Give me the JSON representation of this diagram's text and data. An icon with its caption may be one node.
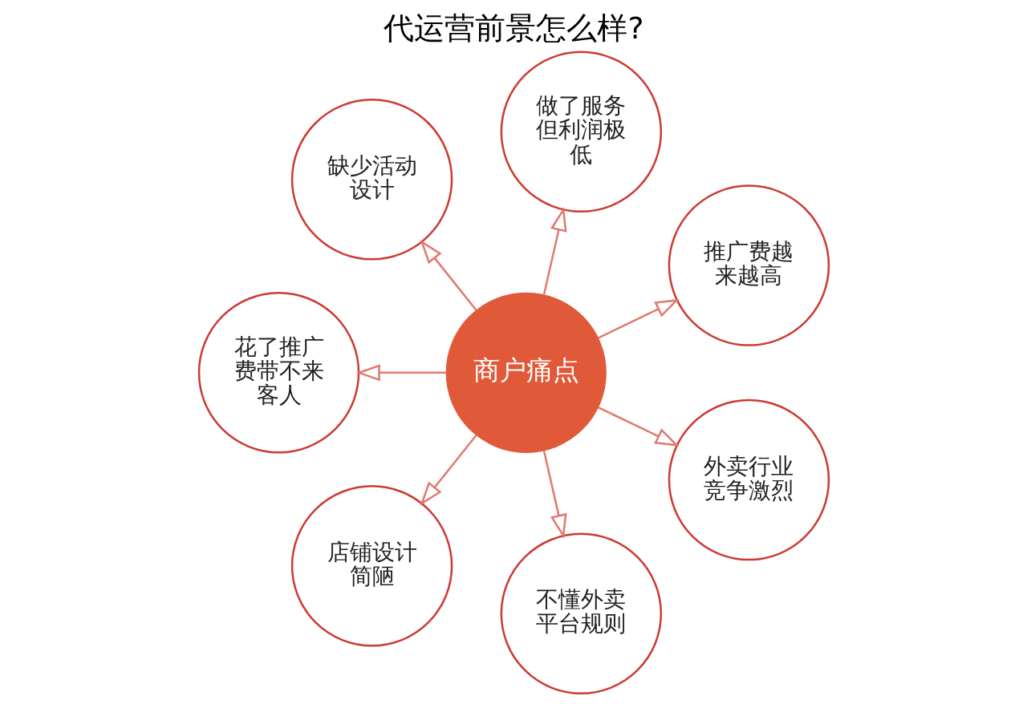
{
  "diagram": {
    "title": "代运营前景怎么样?",
    "nodes": [
      {
        "text": [
          "商户痛点"
        ]
      },
      {
        "text": [
          "推广费越来越高"
        ]
      },
      {
        "text": [
          "做了服务但利润极低"
        ]
      },
      {
        "text": [
          "缺少活动设计"
        ]
      },
      {
        "text": [
          "花了推广费带不来客人"
        ]
      },
      {
        "text": [
          "店铺设计简陋"
        ]
      },
      {
        "text": [
          "不懂外卖平台规则"
        ]
      },
      {
        "text": [
          "外卖行业竞争激烈"
        ]
      }
    ],
    "edges": [
      {
        "from": 0,
        "to": 1,
        "arrow": "to"
      },
      {
        "from": 0,
        "to": 2,
        "arrow": "to"
      },
      {
        "from": 0,
        "to": 3,
        "arrow": "to"
      },
      {
        "from": 0,
        "to": 4,
        "arrow": "to"
      },
      {
        "from": 0,
        "to": 5,
        "arrow": "to"
      },
      {
        "from": 0,
        "to": 6,
        "arrow": "to"
      },
      {
        "from": 0,
        "to": 7,
        "arrow": "to"
      }
    ]
  }
}
